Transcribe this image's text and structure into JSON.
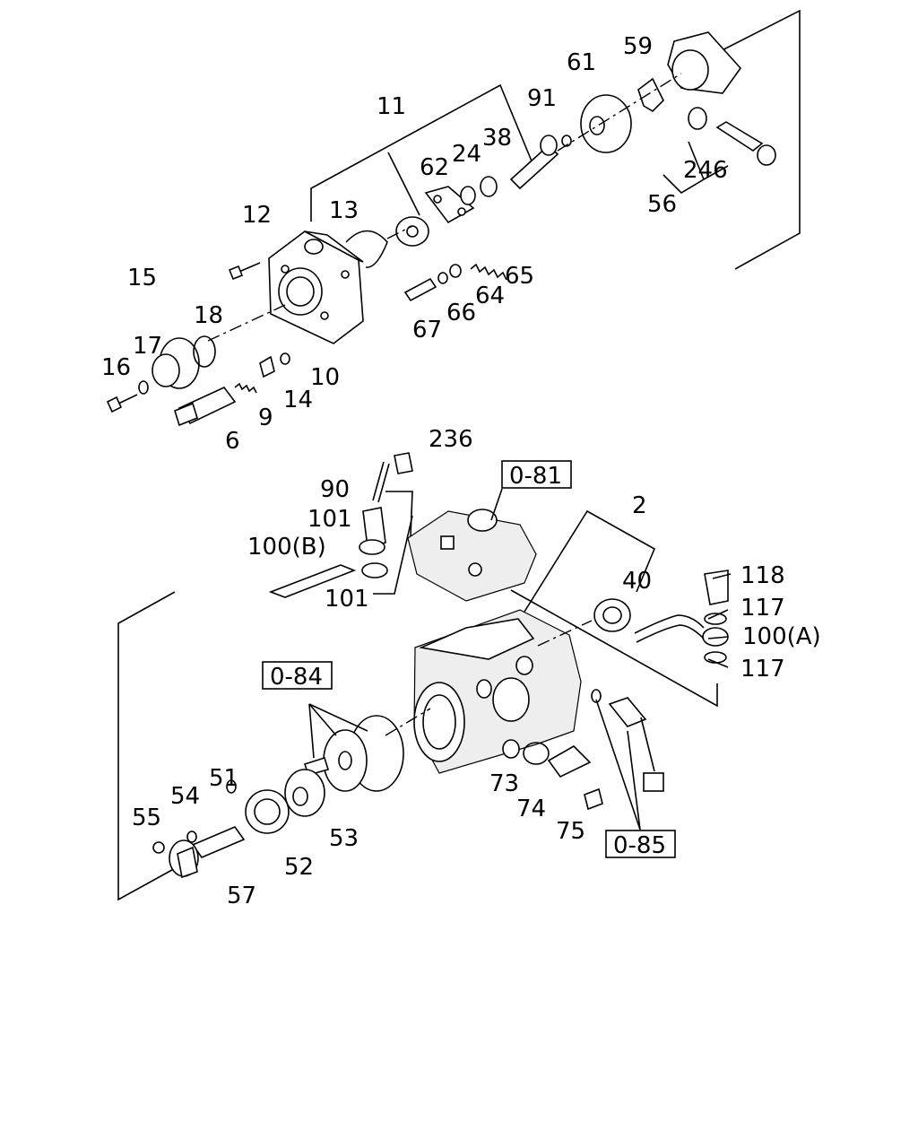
{
  "diagram": {
    "callouts": {
      "c11": "11",
      "c13": "13",
      "c12": "12",
      "c15": "15",
      "c18": "18",
      "c17": "17",
      "c16": "16",
      "c10": "10",
      "c14": "14",
      "c9": "9",
      "c6": "6",
      "c62": "62",
      "c24": "24",
      "c38": "38",
      "c91": "91",
      "c61": "61",
      "c59": "59",
      "c246": "246",
      "c56": "56",
      "c65": "65",
      "c64": "64",
      "c66": "66",
      "c67": "67",
      "c236": "236",
      "c90": "90",
      "c101a": "101",
      "c100b": "100(B)",
      "c101b": "101",
      "c2": "2",
      "c40": "40",
      "c118": "118",
      "c117a": "117",
      "c100a": "100(A)",
      "c117b": "117",
      "c51": "51",
      "c54": "54",
      "c55": "55",
      "c53": "53",
      "c52": "52",
      "c57": "57",
      "c73": "73",
      "c74": "74",
      "c75": "75"
    },
    "references": {
      "r081": "0-81",
      "r084": "0-84",
      "r085": "0-85"
    }
  }
}
